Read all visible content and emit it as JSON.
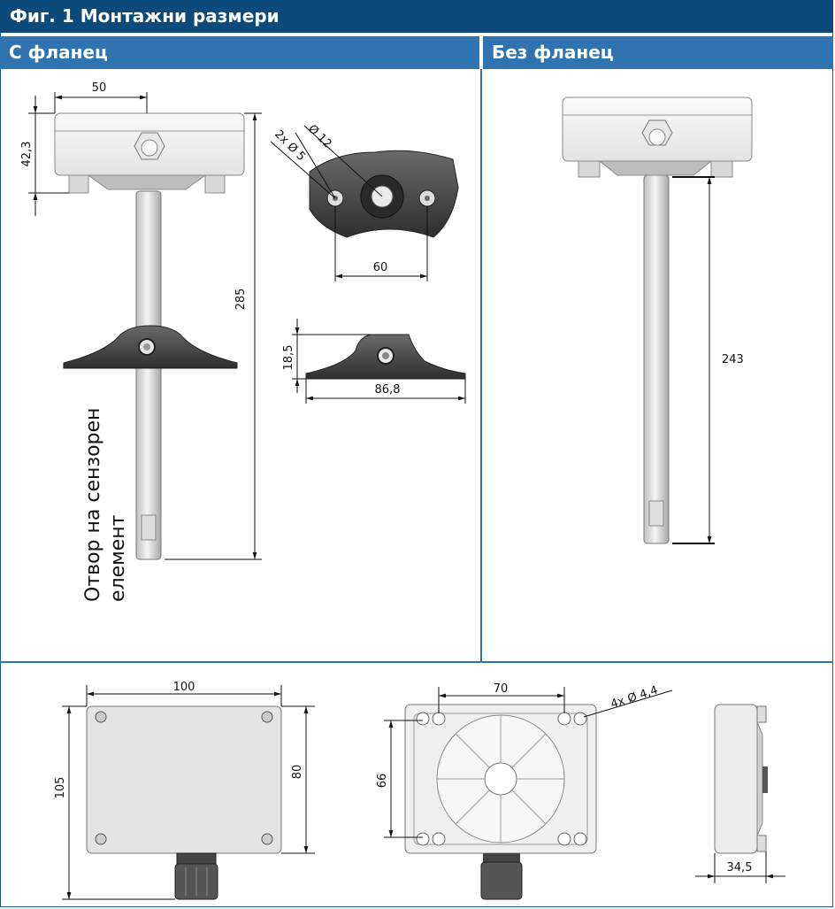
{
  "header": {
    "title": "Фиг. 1 Монтажни размери"
  },
  "sections": {
    "with_flange": "С фланец",
    "without_flange": "Без фланец"
  },
  "dims": {
    "d50": "50",
    "d42": "42,3",
    "d285": "285",
    "d12": "Ø 12",
    "d2x5": "2x Ø 5",
    "d60": "60",
    "d18": "18,5",
    "d868": "86,8",
    "d243": "243",
    "d100": "100",
    "d105": "105",
    "d80": "80",
    "d70": "70",
    "d66": "66",
    "d4x44": "4x Ø 4,4",
    "d345": "34,5"
  },
  "sensor_label": {
    "line1": "Отвор на сензорен",
    "line2": "елемент"
  },
  "colors": {
    "header_dark": "#0d4a7c",
    "header_light": "#2f74b0",
    "flange_dark": "#4a4a4a",
    "housing_light": "#f2f2f2"
  }
}
